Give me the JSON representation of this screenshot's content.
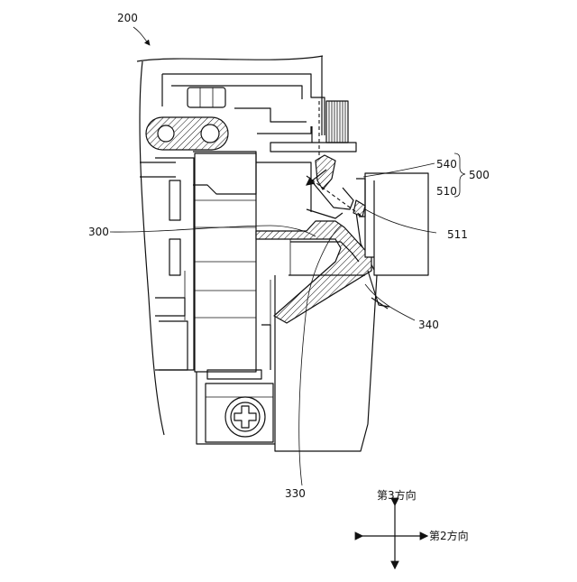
{
  "figure": {
    "labels": {
      "ref_200": "200",
      "ref_300": "300",
      "ref_330": "330",
      "ref_340": "340",
      "ref_500": "500",
      "ref_510": "510",
      "ref_511": "511",
      "ref_540": "540"
    },
    "axes": {
      "third_direction": "第3方向",
      "second_direction": "第2方向"
    }
  }
}
